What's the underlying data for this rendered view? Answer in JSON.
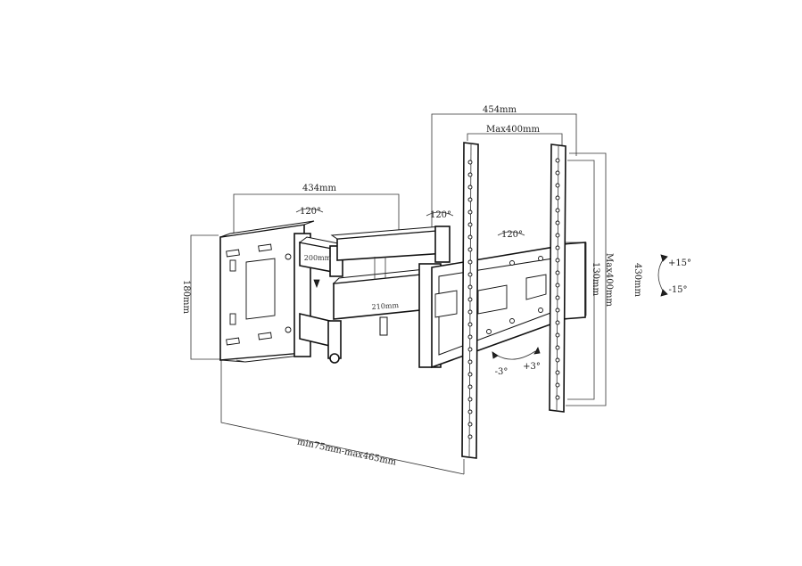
{
  "dimensions": {
    "overall_width": "454mm",
    "vesa_max_width": "Max400mm",
    "wall_plate_width": "434mm",
    "wall_plate_height": "180mm",
    "arm_length_upper": "200mm",
    "arm_length_lower": "210mm",
    "tv_bracket_center": "130mm",
    "vesa_max_height": "Max400mm",
    "overall_height": "430mm",
    "extension_range": "min75mm-max465mm"
  },
  "angles": {
    "swivel_wall": "120°",
    "swivel_arm": "120°",
    "swivel_bracket": "120°",
    "tilt_up": "+15°",
    "tilt_down": "-15°",
    "level_minus": "-3°",
    "level_plus": "+3°"
  }
}
